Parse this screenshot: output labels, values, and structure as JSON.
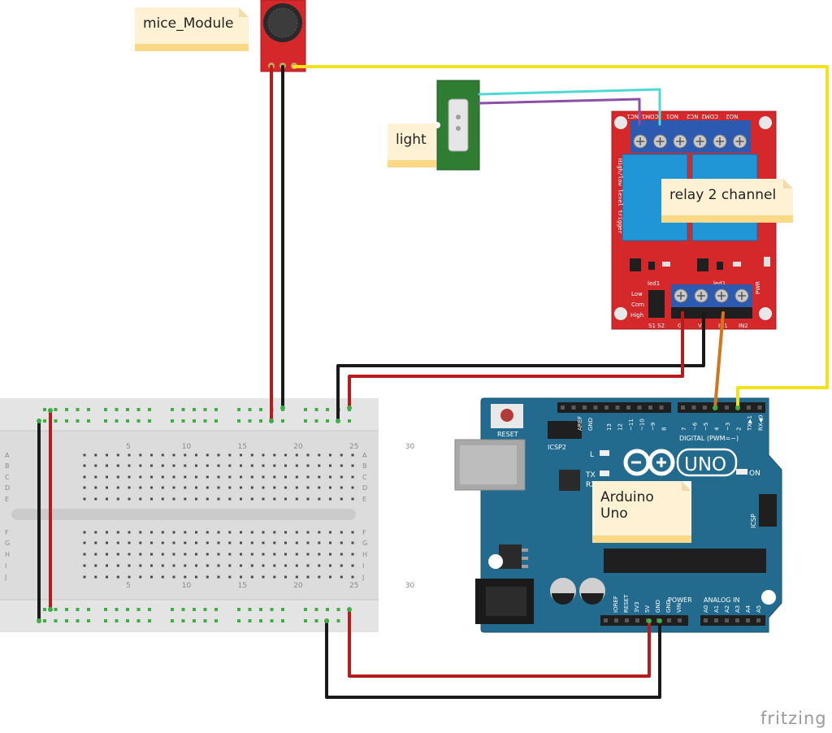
{
  "labels": {
    "mic_module": "mice_Module",
    "light": "light",
    "relay": "relay 2 channel",
    "arduino_line1": "Arduino",
    "arduino_line2": "Uno"
  },
  "arduino": {
    "reset": "RESET",
    "icsp2": "ICSP2",
    "digital": "DIGITAL (PWM=~)",
    "uno": "UNO",
    "tx": "TX",
    "rx": "RX",
    "l": "L",
    "on": "ON",
    "icsp": "ICSP",
    "power": "POWER",
    "analog": "ANALOG IN",
    "aref": "AREF",
    "gnd": "GND",
    "power_pins": [
      "IOREF",
      "RESET",
      "3V3",
      "5V",
      "GND",
      "GND",
      "VIN"
    ],
    "analog_pins": [
      "A0",
      "A1",
      "A2",
      "A3",
      "A4",
      "A5"
    ],
    "digital_pins_hi": [
      "13",
      "12",
      "~11",
      "~10",
      "~9",
      "8"
    ],
    "digital_pins_lo": [
      "7",
      "~6",
      "~5",
      "4",
      "~3",
      "2",
      "TX▶1",
      "RX◀0"
    ]
  },
  "relay": {
    "side_text": "High/low level trigger",
    "led1": "led1",
    "led2": "led1",
    "low": "Low",
    "com": "Com",
    "high": "High",
    "s1s2": "S1 S2",
    "pwr": "PWR",
    "bottom_pins": [
      "G",
      "V",
      "IN1",
      "IN2"
    ],
    "top_pins": [
      "NC1",
      "COM1",
      "NO1",
      "NC2",
      "COM2",
      "NO2"
    ]
  },
  "breadboard": {
    "col_numbers": [
      "5",
      "10",
      "15",
      "20",
      "25",
      "30"
    ],
    "row_letters_top": [
      "A",
      "B",
      "C",
      "D",
      "E"
    ],
    "row_letters_bottom": [
      "F",
      "G",
      "H",
      "I",
      "J"
    ]
  },
  "brand": "fritzing",
  "colors": {
    "wire_yellow": "#f1e21c",
    "wire_red": "#b71c1c",
    "wire_black": "#1a1a1a",
    "wire_orange": "#d4741c",
    "wire_cyan": "#4fd9d6",
    "wire_purple": "#8c4fa3",
    "arduino": "#236b8e",
    "relay": "#d5282b",
    "light_board": "#2e7d32",
    "note_bg": "#fff2d4",
    "note_bar": "#fbd885"
  }
}
